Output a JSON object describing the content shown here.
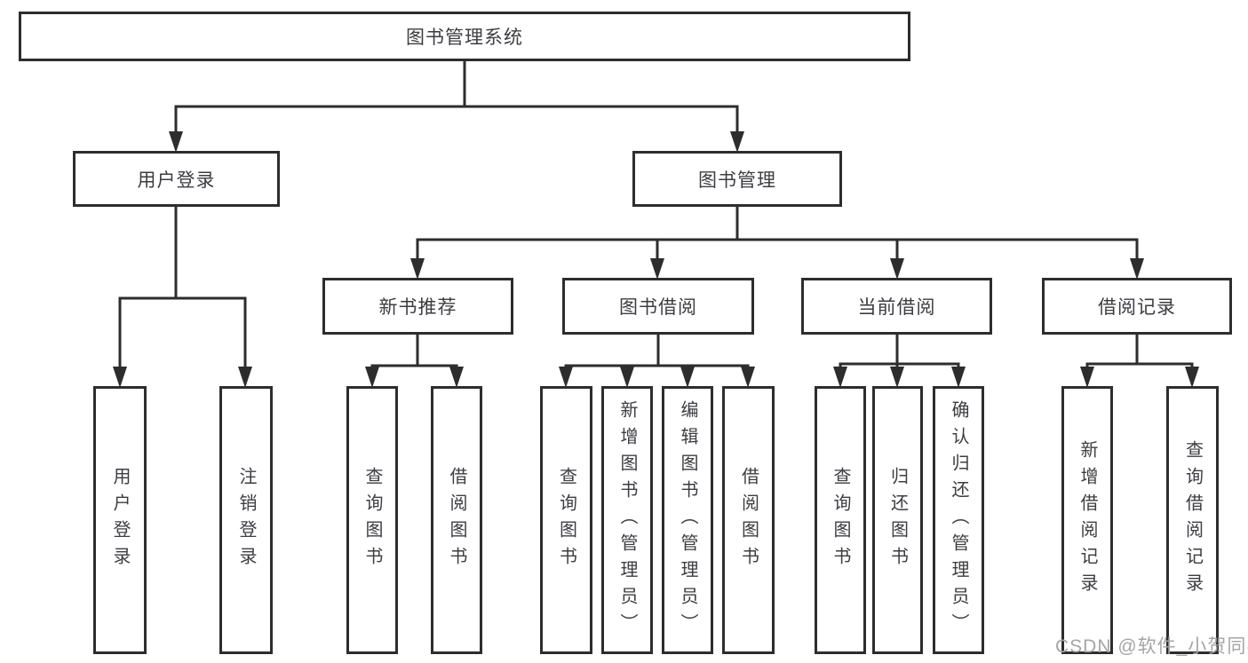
{
  "diagram": {
    "title": "图书管理系统",
    "watermark": "CSDN @软件_小贺同学",
    "colors": {
      "line": "#2d2d2d",
      "text": "#3c3d41",
      "background": "#ffffff",
      "watermark": "#a5a5a5"
    },
    "tree": {
      "label": "图书管理系统",
      "children": [
        {
          "label": "用户登录",
          "children": [
            {
              "label": "用户登录"
            },
            {
              "label": "注销登录"
            }
          ]
        },
        {
          "label": "图书管理",
          "children": [
            {
              "label": "新书推荐",
              "children": [
                {
                  "label": "查询图书"
                },
                {
                  "label": "借阅图书"
                }
              ]
            },
            {
              "label": "图书借阅",
              "children": [
                {
                  "label": "查询图书"
                },
                {
                  "label": "新增图书（管理员）"
                },
                {
                  "label": "编辑图书（管理员）"
                },
                {
                  "label": "借阅图书"
                }
              ]
            },
            {
              "label": "当前借阅",
              "children": [
                {
                  "label": "查询图书"
                },
                {
                  "label": "归还图书"
                },
                {
                  "label": "确认归还（管理员）"
                }
              ]
            },
            {
              "label": "借阅记录",
              "children": [
                {
                  "label": "新增借阅记录"
                },
                {
                  "label": "查询借阅记录"
                }
              ]
            }
          ]
        }
      ]
    }
  }
}
